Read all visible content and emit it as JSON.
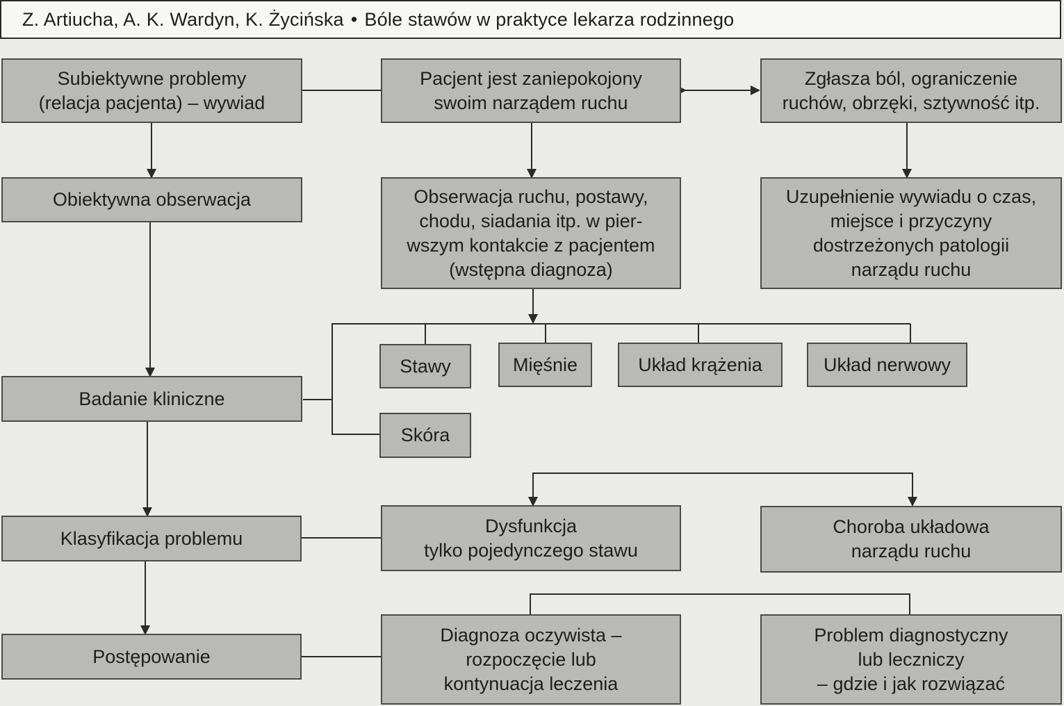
{
  "header": {
    "authors": "Z. Artiucha, A. K. Wardyn, K. Życińska",
    "separator": "•",
    "title": "Bóle stawów w praktyce lekarza rodzinnego"
  },
  "left_column": {
    "subjective": "Subiektywne problemy\n(relacja pacjenta) – wywiad",
    "objective": "Obiektywna obserwacja",
    "clinical": "Badanie kliniczne",
    "classification": "Klasyfikacja problemu",
    "management": "Postępowanie"
  },
  "middle_column": {
    "patient_worried": "Pacjent jest zaniepokojony\nswoim narządem ruchu",
    "observation": "Obserwacja ruchu, postawy,\nchodu, siadania itp. w pier-\nwszym kontakcie z pacjentem\n(wstępna diagnoza)",
    "dysfunction": "Dysfunkcja\ntylko pojedynczego stawu",
    "obvious_diagnosis": "Diagnoza oczywista –\nrozpoczęcie lub\nkontynuacja leczenia"
  },
  "right_column": {
    "reports_pain": "Zgłasza ból, ograniczenie\nruchów, obrzęki, sztywność itp.",
    "supplement": "Uzupełnienie wywiadu o czas,\nmiejsce i przyczyny\ndostrzeżonych patologii\nnarządu ruchu",
    "systemic": "Choroba układowa\nnarządu ruchu",
    "diagnostic_problem": "Problem diagnostyczny\nlub leczniczy\n– gdzie i jak rozwiązać"
  },
  "exam_items": {
    "joints": "Stawy",
    "muscles": "Mięśnie",
    "circulation": "Układ krążenia",
    "nervous": "Układ nerwowy",
    "skin": "Skóra"
  }
}
